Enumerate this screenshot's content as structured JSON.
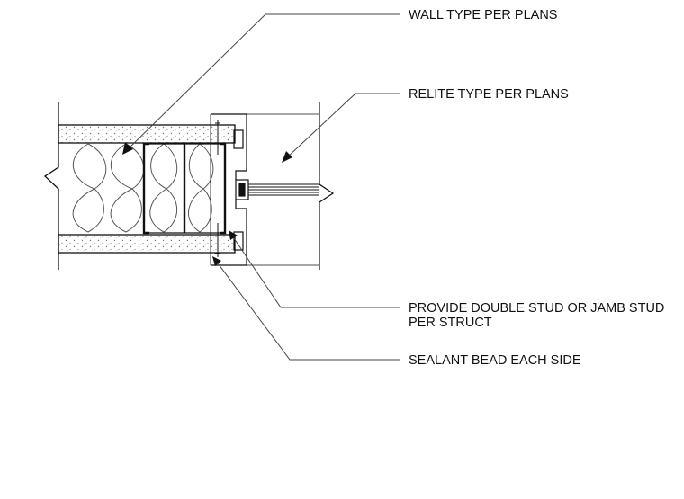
{
  "callouts": {
    "wall_type": "WALL TYPE PER PLANS",
    "relite_type": "RELITE TYPE PER PLANS",
    "stud_line1": "PROVIDE DOUBLE STUD OR JAMB STUD",
    "stud_line2": "PER STRUCT",
    "sealant": "SEALANT BEAD EACH SIDE"
  },
  "colors": {
    "line": "#111111",
    "leader": "#444444",
    "gypsum_fill": "#f4f4f4",
    "stipple": "#777777",
    "insulation": "#555555"
  }
}
